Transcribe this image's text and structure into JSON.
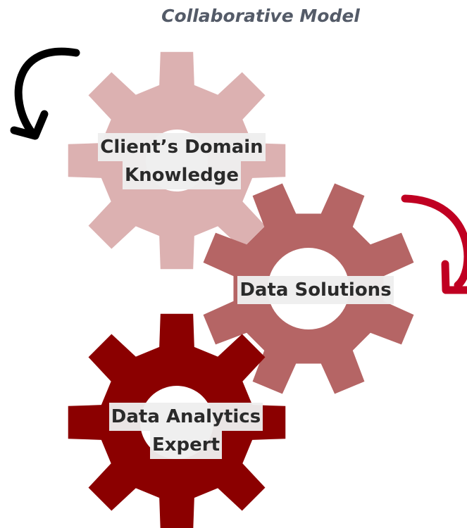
{
  "title": "Collaborative Model",
  "gears": [
    {
      "line1": "Client’s Domain",
      "line2": "Knowledge",
      "color": "#dcb1b1"
    },
    {
      "line1": "Data Solutions",
      "line2": "",
      "color": "#b56565"
    },
    {
      "line1": "Data Analytics",
      "line2": "Expert",
      "color": "#8b0000"
    }
  ],
  "arrows": [
    {
      "direction": "counter-clockwise",
      "color": "#000000"
    },
    {
      "direction": "clockwise",
      "color": "#c00022"
    }
  ]
}
